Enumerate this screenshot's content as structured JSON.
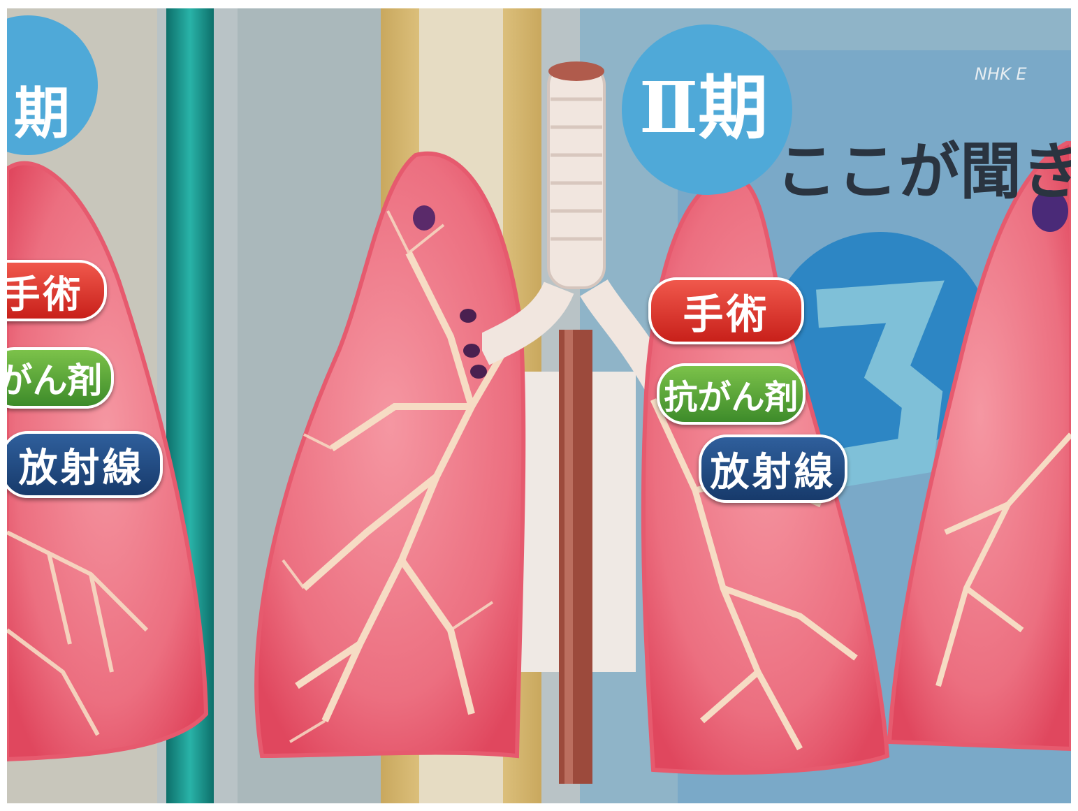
{
  "left_panel": {
    "stage_fragment": "期",
    "labels": [
      "手術",
      "がん剤",
      "放射線"
    ]
  },
  "center_panel": {
    "stage_label": "Ⅱ期",
    "labels": [
      "手術",
      "抗がん剤",
      "放射線"
    ]
  },
  "banner": {
    "text": "ここが聞き"
  },
  "logo": {
    "text": "NHK E"
  },
  "colors": {
    "lung": "#f07a88",
    "pill_red": "#d9312a",
    "pill_green": "#4f9e35",
    "pill_blue": "#1f4a82",
    "stage_circle": "#4fa9d8"
  }
}
